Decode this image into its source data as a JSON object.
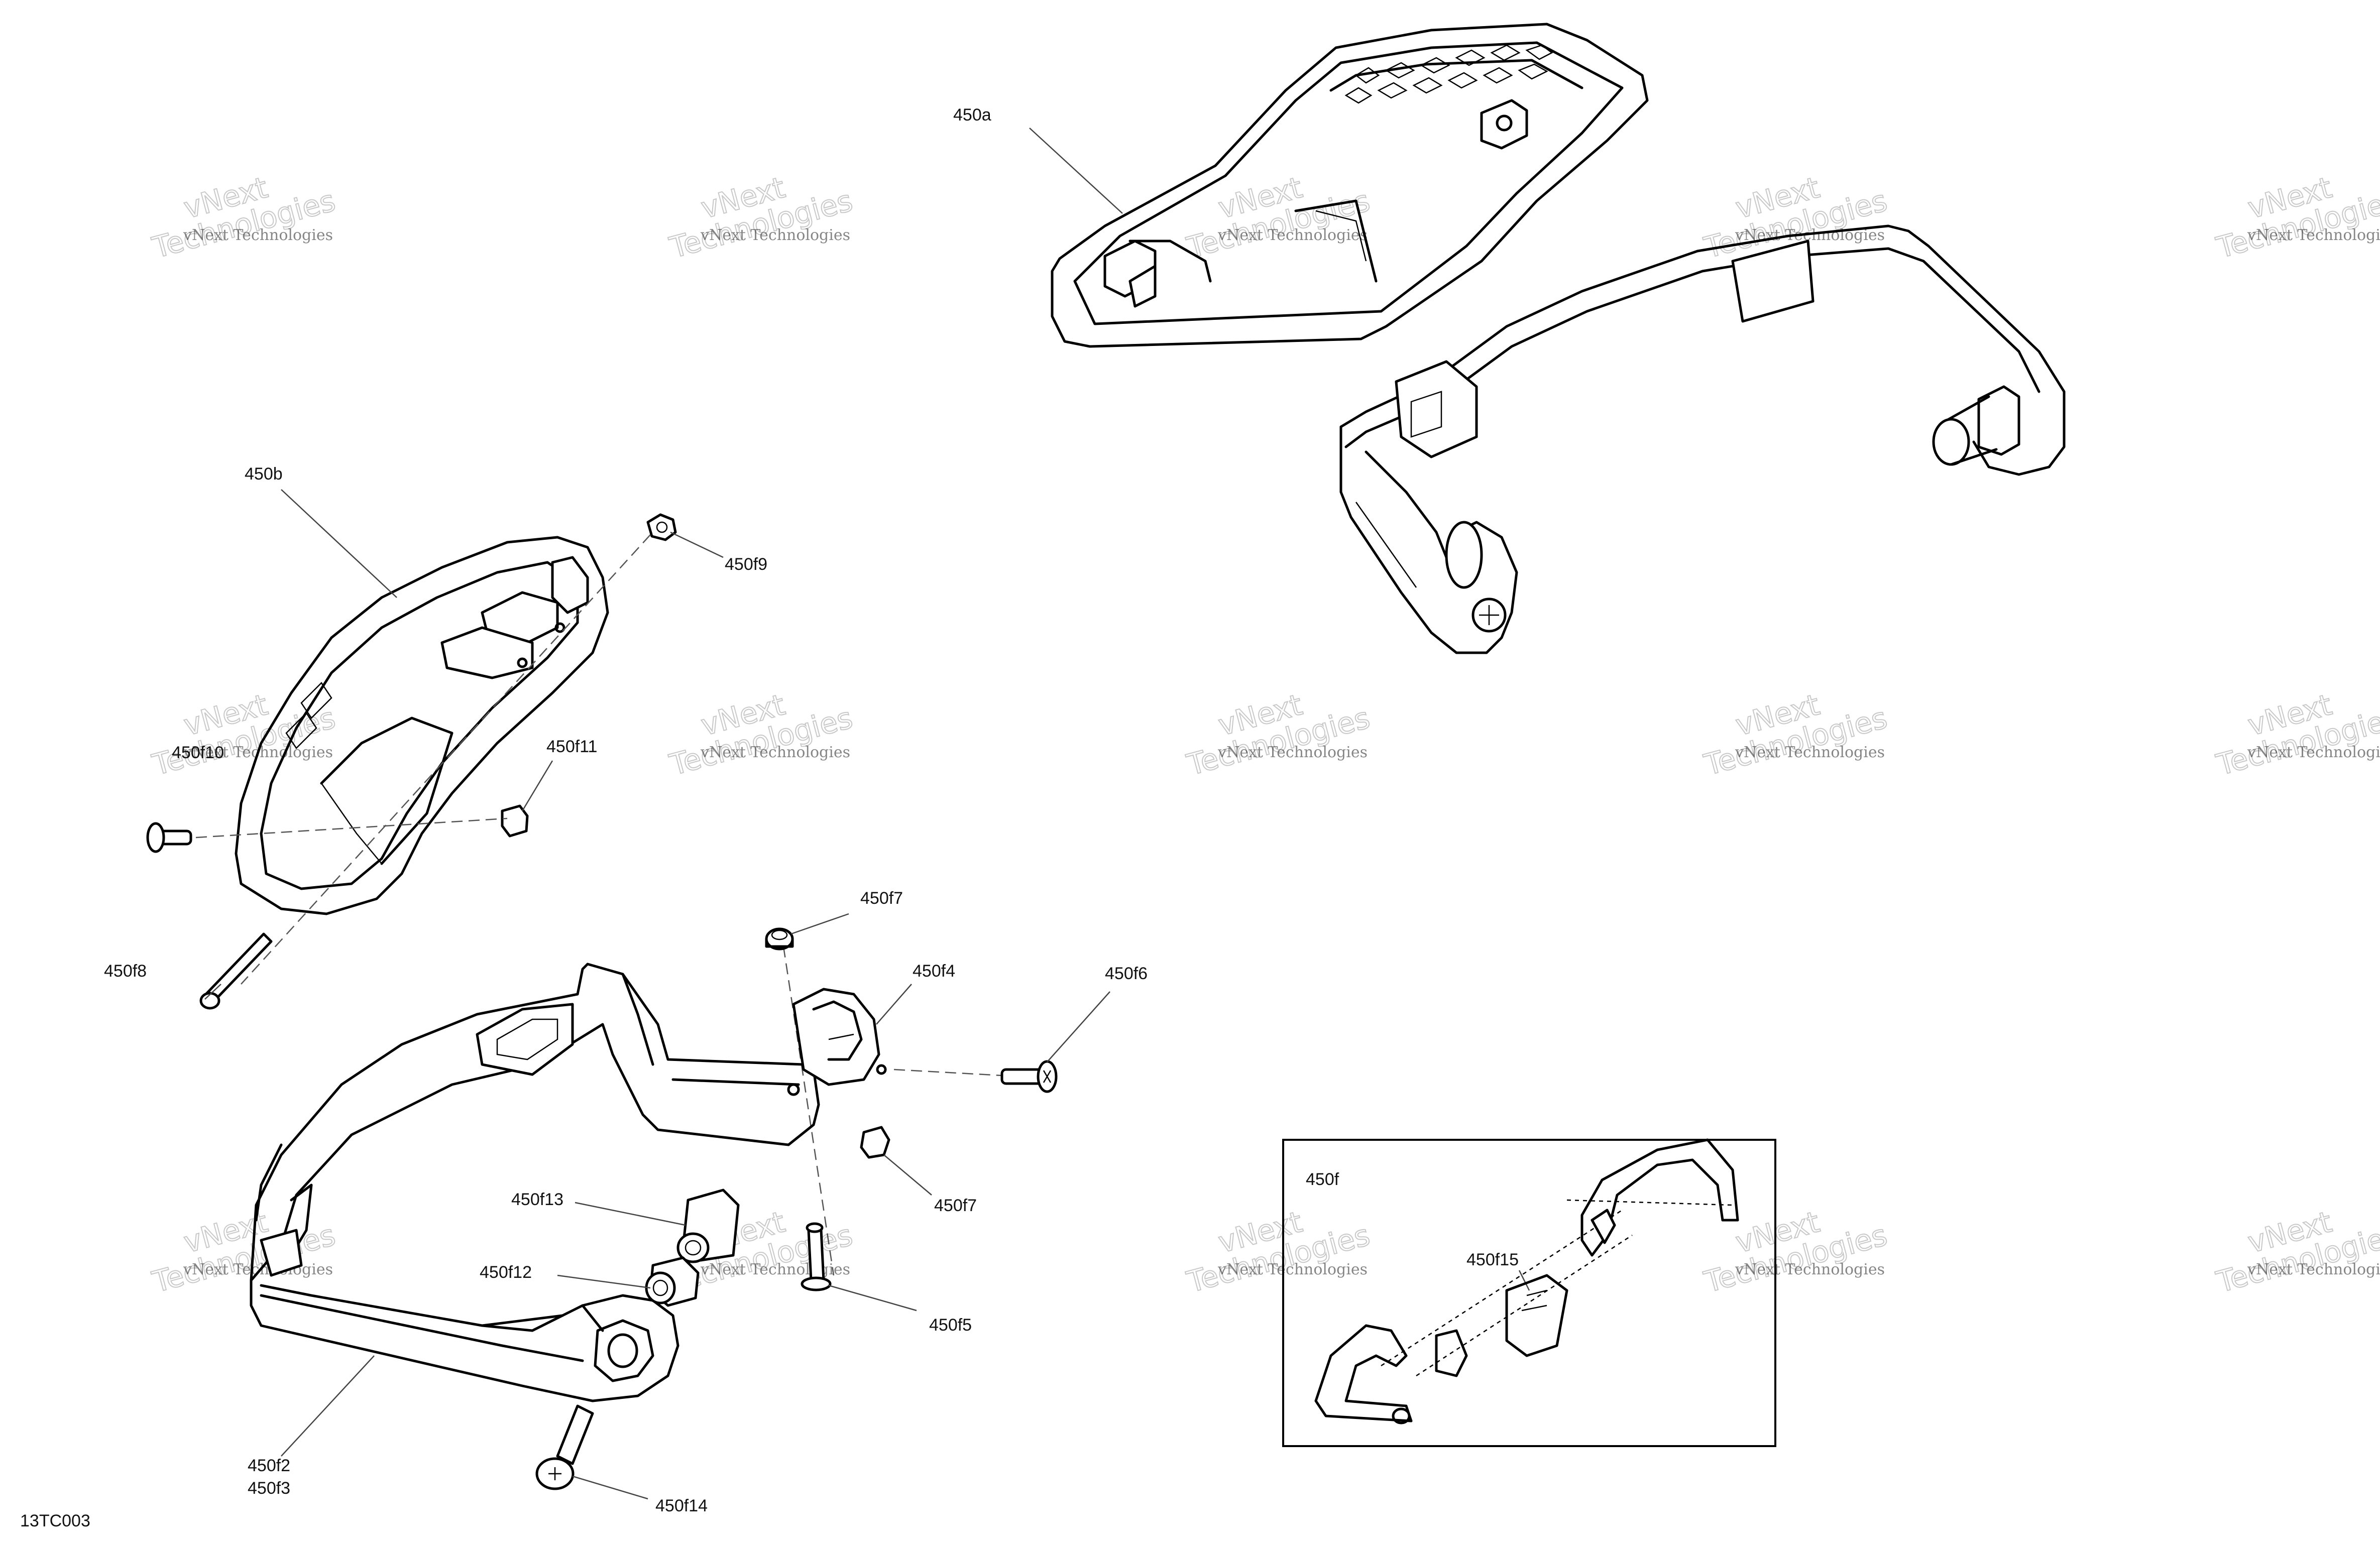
{
  "figure_id": "13TC003",
  "callouts": {
    "c450a": "450a",
    "c450b": "450b",
    "c450f9": "450f9",
    "c450f10": "450f10",
    "c450f11": "450f11",
    "c450f8": "450f8",
    "c450f7a": "450f7",
    "c450f4": "450f4",
    "c450f6": "450f6",
    "c450f7b": "450f7",
    "c450f13": "450f13",
    "c450f12": "450f12",
    "c450f5": "450f5",
    "c450f2": "450f2",
    "c450f3": "450f3",
    "c450f14": "450f14"
  },
  "inset": {
    "title": "450f",
    "callout": "450f15"
  },
  "watermark": {
    "line1": "vNext Technologies",
    "logo_top": "vNext",
    "logo_bottom": "Technologies"
  }
}
